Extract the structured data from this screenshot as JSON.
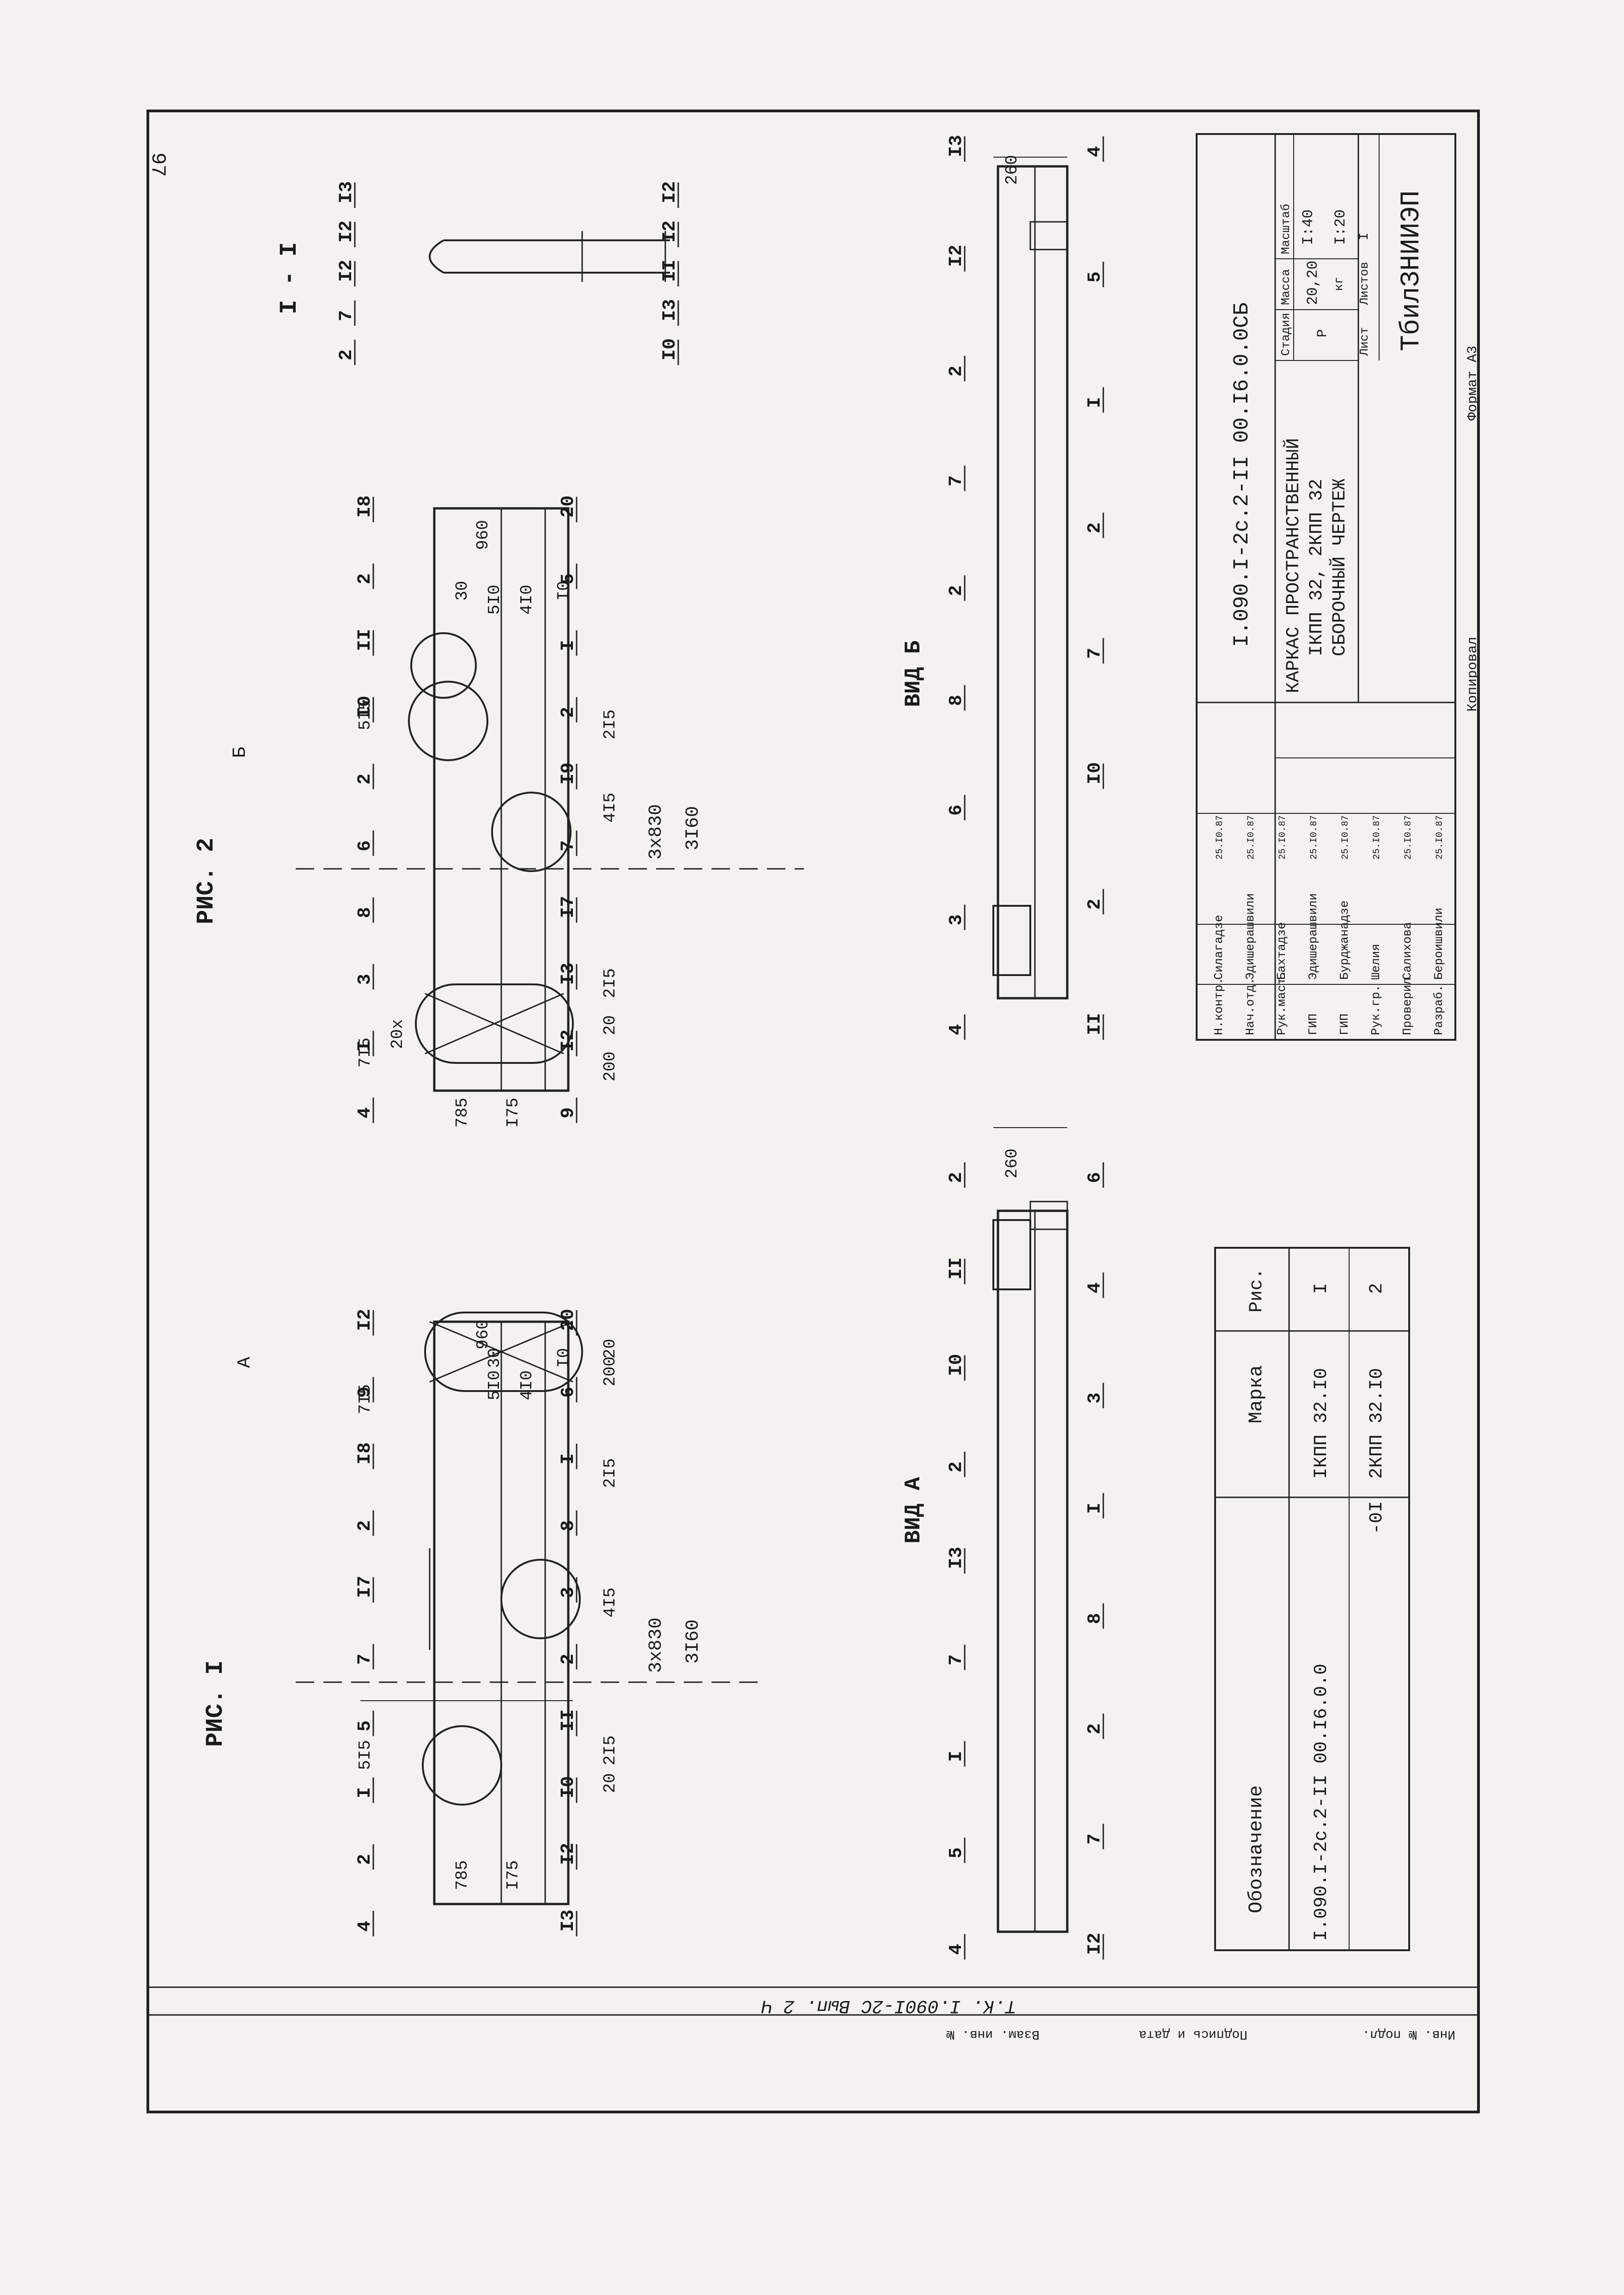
{
  "sheet_number": "97",
  "title_block": {
    "code": "I.090.I-2c.2-II 00.I6.0.0CБ",
    "title_lines": [
      "КАРКАС ПРОСТРАНСТВЕННЫЙ",
      "IКПП 32, 2КПП 32",
      "СБОРОЧНЫЙ ЧЕРТЕЖ"
    ],
    "col_headers": [
      "Стадия",
      "Масса",
      "Масштаб"
    ],
    "stage": "Р",
    "mass": "20,20",
    "mass_unit": "кг",
    "scales": [
      "I:40",
      "I:20"
    ],
    "sheet_label": "Лист",
    "sheets_label": "Листов",
    "sheets_value": "I",
    "org": "ТбилЗНИИЭП",
    "staff": [
      {
        "role": "Н.контр.",
        "name": "Силагадзе",
        "date": "25.I0.87"
      },
      {
        "role": "Нач.отд.",
        "name": "Эдишерашвили",
        "date": "25.I0.87"
      },
      {
        "role": "Рук.маст.",
        "name": "Бахтадзе",
        "date": "25.I0.87"
      },
      {
        "role": "ГИП",
        "name": "Эдишерашвили",
        "date": "25.I0.87"
      },
      {
        "role": "ГИП",
        "name": "Бурджанадзе",
        "date": "25.I0.87"
      },
      {
        "role": "Рук.гр.",
        "name": "Шелия",
        "date": "25.I0.87"
      },
      {
        "role": "Проверил",
        "name": "Салихова",
        "date": "25.I0.87"
      },
      {
        "role": "Разраб.",
        "name": "Бероишвили",
        "date": "25.I0.87"
      }
    ]
  },
  "spec_table": {
    "headers": [
      "Обозначение",
      "Марка",
      "Рис."
    ],
    "rows": [
      [
        "I.090.I-2c.2-II 00.I6.0.0",
        "IКПП 32.I0",
        "I"
      ],
      [
        "-0I",
        "2КПП 32.I0",
        "2"
      ]
    ]
  },
  "side_stamp": {
    "labels": [
      "Инв. № подл.",
      "Подпись и дата",
      "Взам. инв. №"
    ],
    "handwritten": "Т.К. I.090I-2С Вып. 2 Ч"
  },
  "footer": {
    "copied": "Копировал",
    "format": "Формат А3"
  },
  "views": {
    "fig1": "РИС. I",
    "fig2": "РИС. 2",
    "section": "I - I",
    "view_a": "ВИД А",
    "view_b": "ВИД Б",
    "arrow_a": "А",
    "arrow_b": "Б",
    "cut_mark": "I"
  },
  "dims": {
    "d960": "960",
    "d510": "5I0",
    "d410": "4I0",
    "d30": "30",
    "d10": "I0",
    "d3160": "3I60",
    "d3x830": "3х830",
    "d215": "2I5",
    "d415": "4I5",
    "d515": "5I5",
    "d715": "7I5",
    "d785": "785",
    "d175": "I75",
    "d200": "200",
    "d20": "20",
    "d260": "260",
    "d20x": "20х"
  },
  "callouts": {
    "fig1": [
      "4",
      "2",
      "I",
      "5",
      "7",
      "I7",
      "2",
      "I8",
      "9",
      "I2",
      "I3",
      "I2",
      "I0",
      "II",
      "2",
      "3",
      "8",
      "I",
      "6",
      "20"
    ],
    "fig2": [
      "4",
      "I",
      "3",
      "8",
      "6",
      "2",
      "I0",
      "II",
      "2",
      "I8",
      "9",
      "I2",
      "I3",
      "I7",
      "7",
      "I9",
      "2",
      "I",
      "5",
      "20"
    ],
    "section": [
      "2",
      "7",
      "I2",
      "I2",
      "I3",
      "I0",
      "I3",
      "II",
      "I2",
      "I2"
    ],
    "view_a": [
      "4",
      "5",
      "I",
      "7",
      "I3",
      "2",
      "I0",
      "II",
      "2",
      "I2",
      "7",
      "2",
      "8",
      "I",
      "3",
      "4",
      "6"
    ],
    "view_b": [
      "4",
      "3",
      "6",
      "8",
      "2",
      "7",
      "2",
      "I2",
      "I3",
      "II",
      "2",
      "I0",
      "7",
      "2",
      "I",
      "5",
      "4"
    ]
  }
}
